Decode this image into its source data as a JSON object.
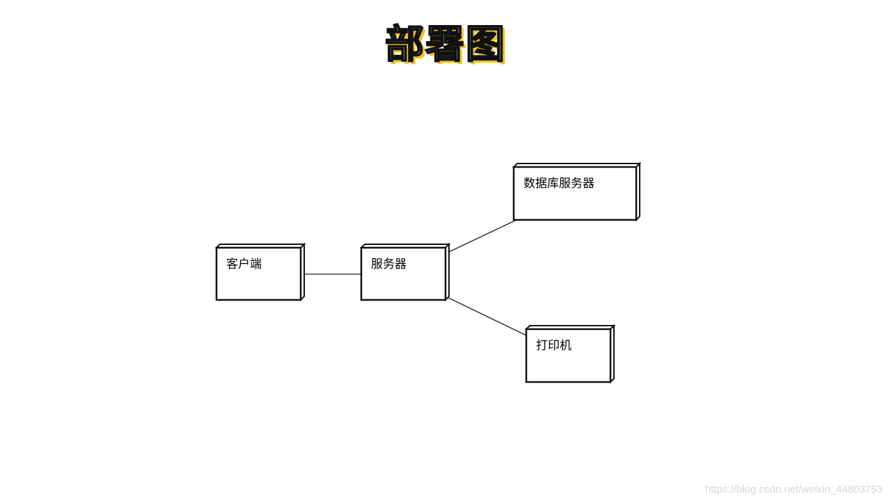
{
  "title": "部署图",
  "nodes": {
    "client": "客户端",
    "server": "服务器",
    "db_server": "数据库服务器",
    "printer": "打印机"
  },
  "watermark": "https://blog.csdn.net/weixin_44803753"
}
